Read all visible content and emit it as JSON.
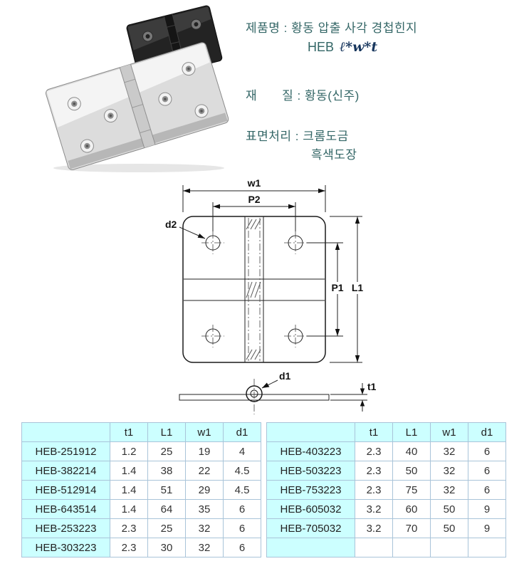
{
  "product_info": {
    "name_line": "제품명 : 황동 압출 사각 경첩힌지",
    "model_code": "HEB",
    "model_formula": "ℓ*w*t",
    "material_line": "재　　질 : 황동(신주)",
    "finish_line": "표면처리 : 크롬도금",
    "finish_line2": "흑색도장"
  },
  "drawing": {
    "w1": "w1",
    "P2": "P2",
    "d2": "d2",
    "P1": "P1",
    "L1": "L1",
    "d1": "d1",
    "t1": "t1"
  },
  "spec_tables": {
    "headers": {
      "name": "",
      "t1": "t1",
      "L1": "L1",
      "w1": "w1",
      "d1": "d1"
    },
    "left": {
      "rows": [
        {
          "name": "HEB-251912",
          "t1": "1.2",
          "L1": "25",
          "w1": "19",
          "d1": "4"
        },
        {
          "name": "HEB-382214",
          "t1": "1.4",
          "L1": "38",
          "w1": "22",
          "d1": "4.5"
        },
        {
          "name": "HEB-512914",
          "t1": "1.4",
          "L1": "51",
          "w1": "29",
          "d1": "4.5"
        },
        {
          "name": "HEB-643514",
          "t1": "1.4",
          "L1": "64",
          "w1": "35",
          "d1": "6"
        },
        {
          "name": "HEB-253223",
          "t1": "2.3",
          "L1": "25",
          "w1": "32",
          "d1": "6"
        },
        {
          "name": "HEB-303223",
          "t1": "2.3",
          "L1": "30",
          "w1": "32",
          "d1": "6"
        }
      ]
    },
    "right": {
      "rows": [
        {
          "name": "HEB-403223",
          "t1": "2.3",
          "L1": "40",
          "w1": "32",
          "d1": "6"
        },
        {
          "name": "HEB-503223",
          "t1": "2.3",
          "L1": "50",
          "w1": "32",
          "d1": "6"
        },
        {
          "name": "HEB-753223",
          "t1": "2.3",
          "L1": "75",
          "w1": "32",
          "d1": "6"
        },
        {
          "name": "HEB-605032",
          "t1": "3.2",
          "L1": "60",
          "w1": "50",
          "d1": "9"
        },
        {
          "name": "HEB-705032",
          "t1": "3.2",
          "L1": "70",
          "w1": "50",
          "d1": "9"
        },
        {
          "name": "",
          "t1": "",
          "L1": "",
          "w1": "",
          "d1": ""
        }
      ]
    }
  },
  "colors": {
    "table_header_bg": "#ccffff",
    "table_border": "#a9c4d9",
    "info_text": "#336666",
    "formula_text": "#17365d",
    "drawing_fill": "#dfe5ee"
  }
}
